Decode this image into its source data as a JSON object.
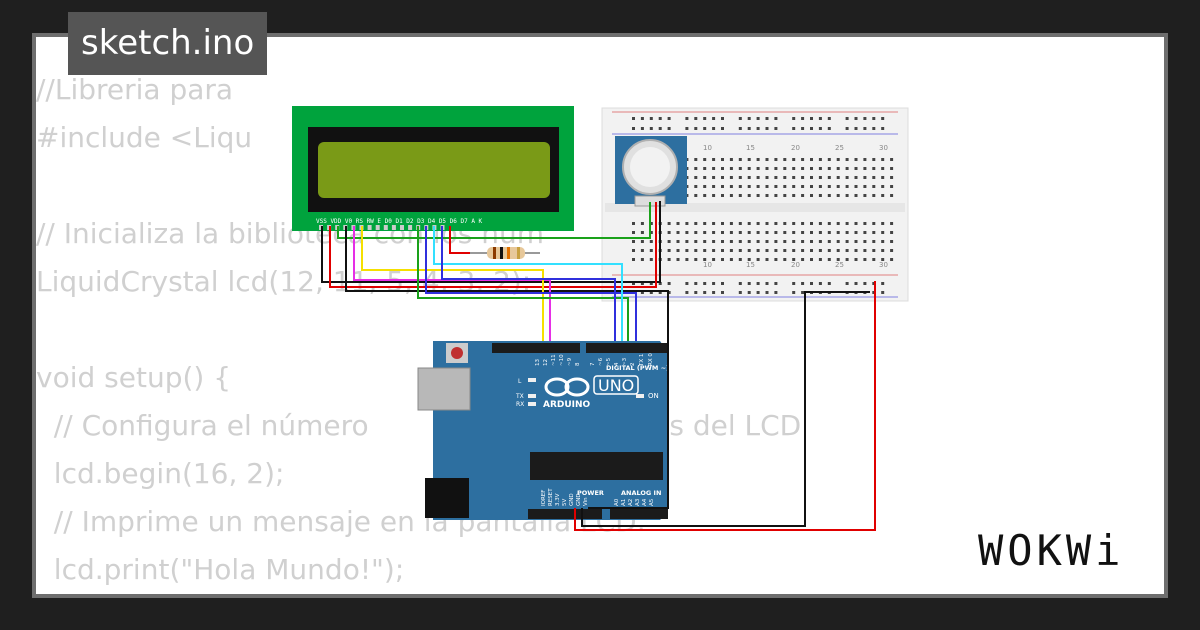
{
  "title": "sketch.ino",
  "brand": "WOKWi",
  "code_lines": [
    "//Libreria para",
    "#include <Liqu",
    "",
    "// Inicializa la biblioteca con los núm                    interface",
    "LiquidCrystal lcd(12, 11, 5, 4, 3, 2);",
    "",
    "void setup() {",
    "  // Configura el número                             filas del LCD",
    "  lcd.begin(16, 2);",
    "  // Imprime un mensaje en la pantalla LCD.",
    "  lcd.print(\"Hola Mundo!\");"
  ],
  "lcd": {
    "pin_labels": "VSS VDD V0 RS RW E D0 D1 D2 D3 D4 D5 D6 D7 A K"
  },
  "arduino": {
    "logo": "ARDUINO",
    "model": "UNO",
    "digital_label": "DIGITAL (PWM ~)",
    "power_label": "POWER",
    "analog_label": "ANALOG IN",
    "on_label": "ON",
    "l_label": "L",
    "tx_label": "TX",
    "rx_label": "RX",
    "aref": "AREF",
    "gnd": "GND",
    "digital_pins": [
      "13",
      "12",
      "~11",
      "~10",
      "~9",
      "8",
      "7",
      "~6",
      "~5",
      "4",
      "~3",
      "2",
      "TX 1",
      "RX 0"
    ],
    "power_pins": [
      "IOREF",
      "RESET",
      "3.3V",
      "5V",
      "GND",
      "GND",
      "Vin"
    ],
    "analog_pins": [
      "A0",
      "A1",
      "A2",
      "A3",
      "A4",
      "A5"
    ]
  },
  "breadboard": {
    "numbers": [
      "10",
      "15",
      "20",
      "25",
      "30"
    ]
  },
  "colors": {
    "background": "#1f1f1f",
    "card_border": "#6e6e6e",
    "lcd_pcb": "#00a33d",
    "lcd_screen": "#7a9a17",
    "arduino_board": "#2d6fa0",
    "wire_red": "#e00000",
    "wire_black": "#111111",
    "wire_green": "#1aa11a",
    "wire_yellow": "#f5e000",
    "wire_magenta": "#e62ee6",
    "wire_cyan": "#33e0ff",
    "wire_blue": "#3030dd"
  }
}
